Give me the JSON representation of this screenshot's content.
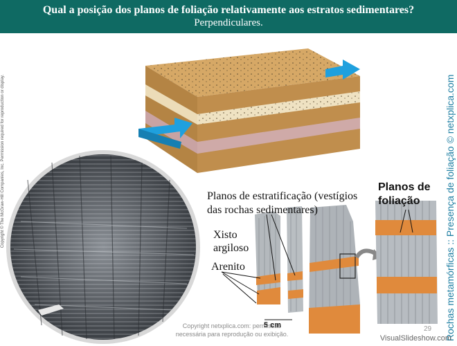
{
  "header": {
    "question": "Qual a posição dos planos de foliação relativamente aos estratos sedimentares?",
    "answer": "Perpendiculares."
  },
  "side_left_text": "Copyright © The McGraw-Hill Companies, Inc. Permission required for reproduction or display.",
  "side_right_text": "Rochas metamórficas :: Presença de foliação © netxplica.com",
  "labels": {
    "strat_line1": "Planos de estratificação (vestígios",
    "strat_line2": "das rochas sedimentares)",
    "xisto_line1": "Xisto",
    "xisto_line2": "argiloso",
    "arenito": "Arenito",
    "foliation_line1": "Planos de",
    "foliation_line2": "foliação",
    "scale": "5 cm"
  },
  "footer": {
    "copyright_line1": "Copyright netxplica.com: permissão",
    "copyright_line2": "necessária para reprodução ou exibição.",
    "page": "29",
    "watermark": "VisualSlideshow.com"
  },
  "colors": {
    "header_bg": "#0f6a63",
    "arrow": "#1fa0de",
    "rock_orange": "#e08a3c",
    "block_tan": "#c79a55"
  }
}
